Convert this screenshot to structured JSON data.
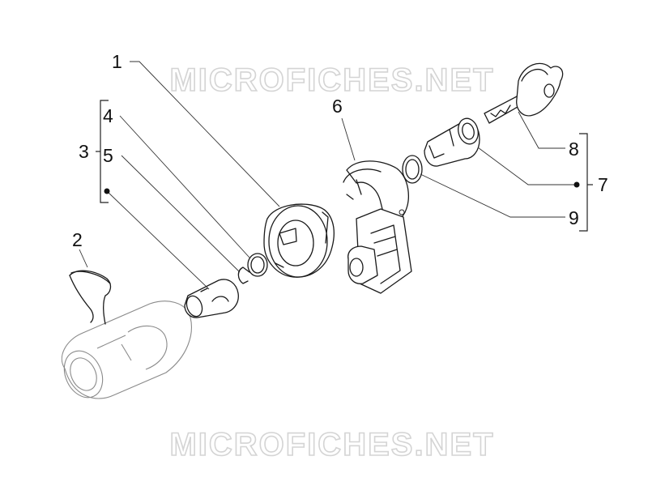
{
  "watermark": {
    "text": "MICROFICHES.NET"
  },
  "callouts": {
    "c1": "1",
    "c2": "2",
    "c3": "3",
    "c4": "4",
    "c5": "5",
    "c6": "6",
    "c7": "7",
    "c8": "8",
    "c9": "9"
  },
  "colors": {
    "line": "#1a1a1a",
    "watermark_outline": "#d4d4d4",
    "background": "#ffffff"
  }
}
